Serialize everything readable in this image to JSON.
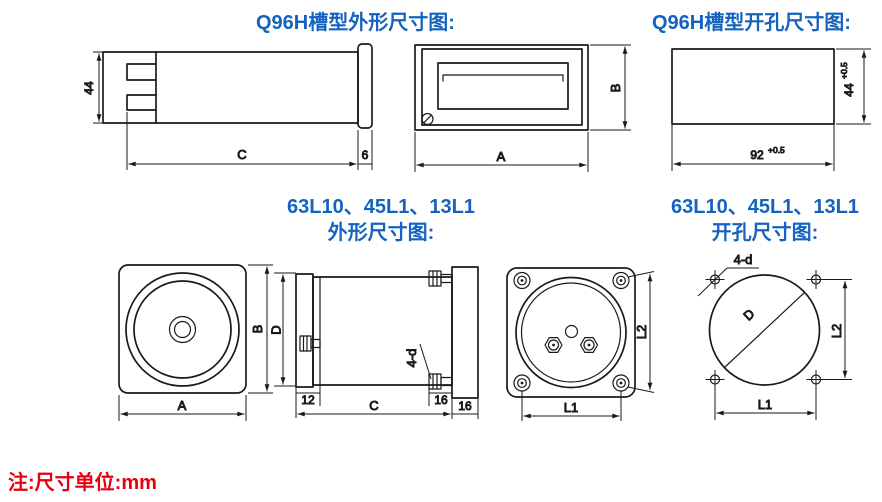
{
  "titles": {
    "q96h_outline": "Q96H槽型外形尺寸图:",
    "q96h_cutout": "Q96H槽型开孔尺寸图:",
    "models": "63L10、45L1、13L1",
    "models_outline": "外形尺寸图:",
    "models_cutout": "开孔尺寸图:"
  },
  "note": "注:尺寸单位:mm",
  "colors": {
    "title_blue": "#1563bf",
    "note_red": "#e60012",
    "line": "#1a1a1a"
  },
  "labels": {
    "q96h_side": {
      "height": "44",
      "depth": "C",
      "bezel": "6"
    },
    "q96h_front": {
      "width": "A",
      "height": "B"
    },
    "q96h_cutout": {
      "width": "92",
      "width_tol": "+0.5",
      "height": "44",
      "height_tol": "+0.5"
    },
    "round_front": {
      "width": "A",
      "height": "B",
      "dial_diameter": "D"
    },
    "round_side": {
      "back_depth": "12",
      "depth": "C",
      "stud_offset": "16",
      "flange_depth": "16",
      "studs": "4-d"
    },
    "round_rear": {
      "stud_span_h": "L1",
      "stud_span_v": "L2"
    },
    "round_cutout": {
      "holes": "4-d",
      "diameter": "D",
      "hole_span_h": "L1",
      "hole_span_v": "L2"
    }
  }
}
